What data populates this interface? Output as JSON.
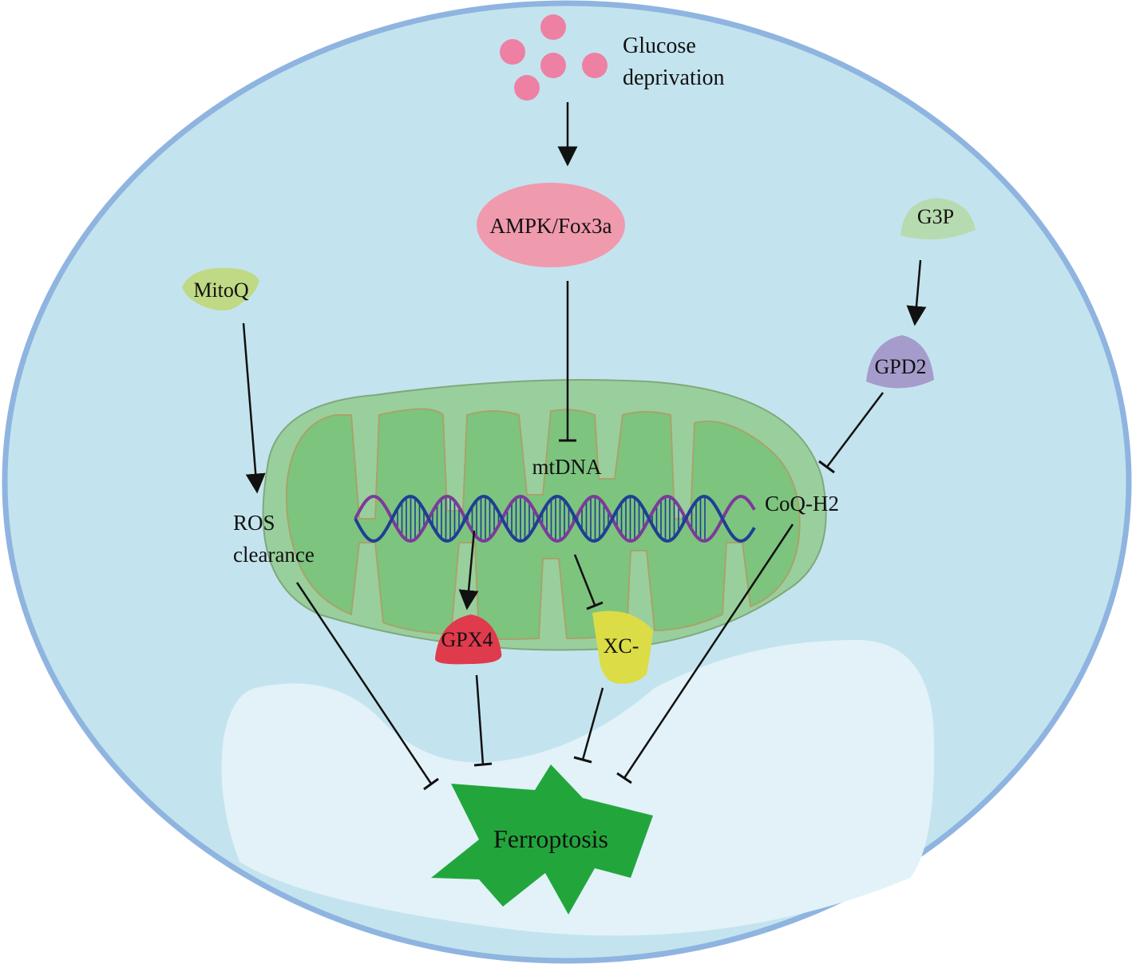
{
  "labels": {
    "glucose_line1": "Glucose",
    "glucose_line2": "deprivation",
    "ampk": "AMPK/Fox3a",
    "g3p": "G3P",
    "mitoq": "MitoQ",
    "gpd2": "GPD2",
    "mtdna": "mtDNA",
    "ros_line1": "ROS",
    "ros_line2": "clearance",
    "coq": "CoQ-H2",
    "gpx4": "GPX4",
    "xc": "XC-",
    "ferroptosis": "Ferroptosis"
  },
  "colors": {
    "cell_fill": "#c3e4ee",
    "cell_border": "#8fb4e0",
    "nucleus_fill": "#e2f2f8",
    "glucose": "#ee80a4",
    "ampk": "#f09aae",
    "g3p": "#b7dbb0",
    "mitoq": "#bfd985",
    "gpd2": "#a59ccc",
    "mito_outer": "#99cf9c",
    "mito_inner": "#7dc47f",
    "dna_strand1": "#1f3f93",
    "dna_strand2": "#7d3a99",
    "gpx4": "#e03a4d",
    "xc": "#dcdc46",
    "ferroptosis": "#22a63c"
  }
}
